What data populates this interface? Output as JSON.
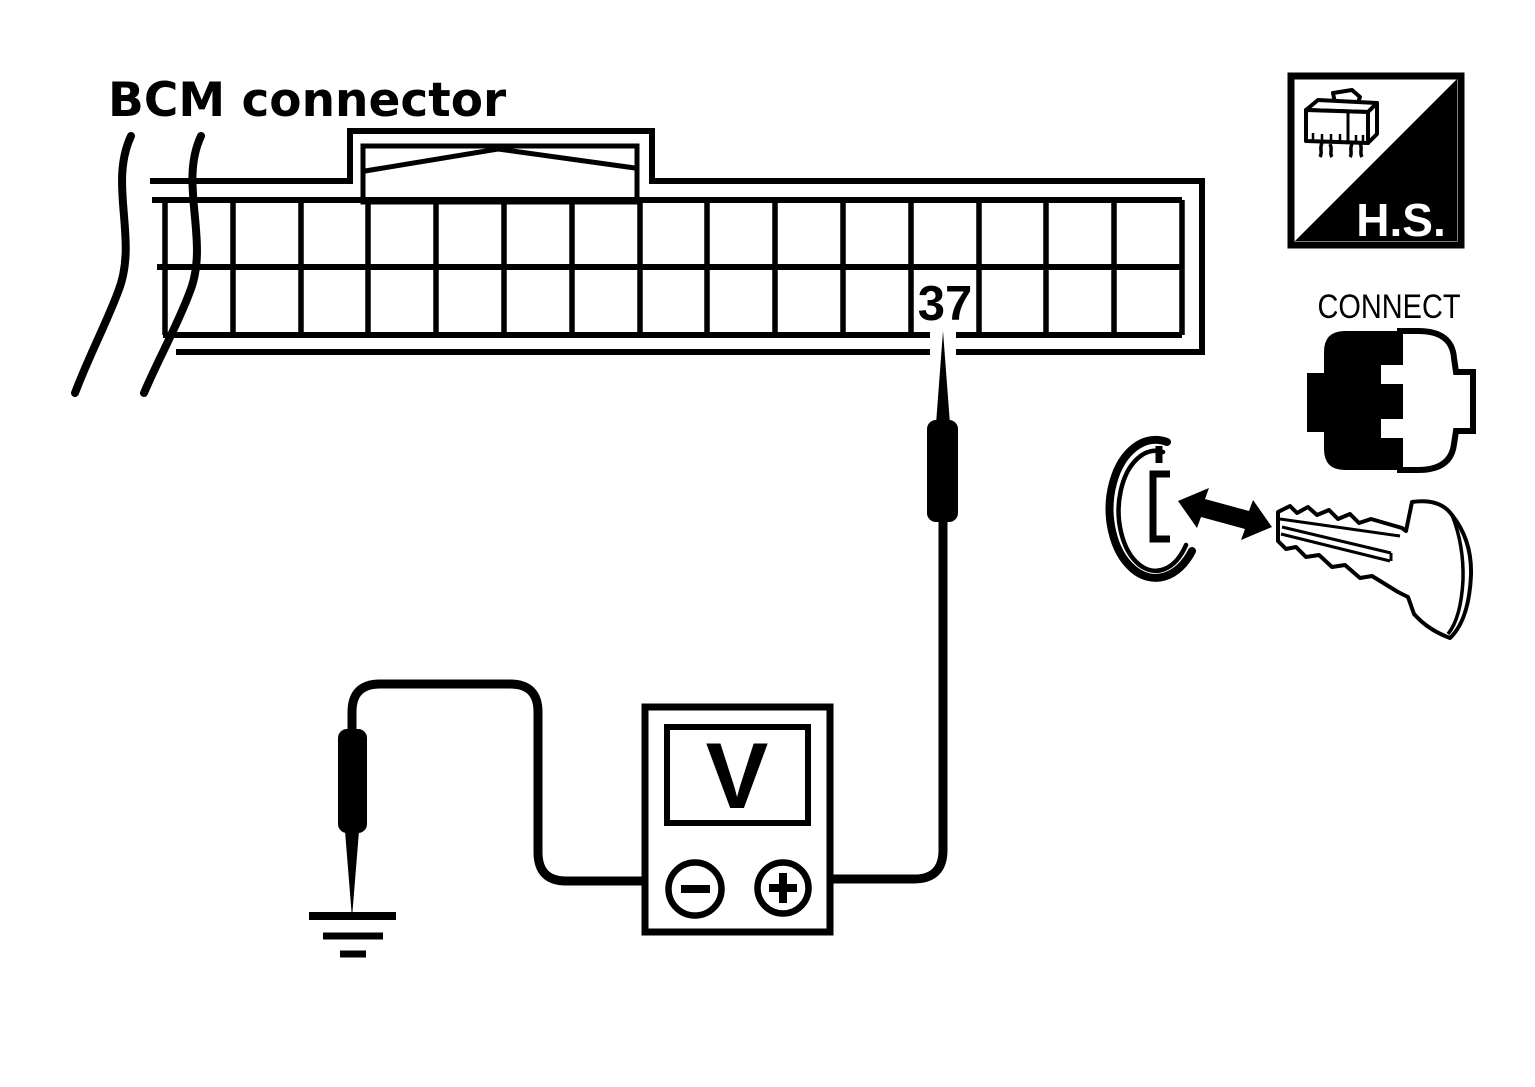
{
  "page": {
    "background_color": "#ffffff",
    "ink_color": "#000000"
  },
  "diagram": {
    "title": "BCM connector",
    "connector": {
      "rows": 2,
      "columns": 15,
      "probed_pin": "37"
    },
    "voltmeter": {
      "display": "V",
      "negative_terminal": "−",
      "positive_terminal": "+"
    },
    "badges": {
      "hs_label": "H.S.",
      "connect_label": "CONNECT"
    },
    "icons": {
      "hs_badge": "harness-side-connector-icon",
      "connect_badge": "connectors-mated-icon",
      "key_lock": "key-into-ignition-lock-icon",
      "ground": "ground-symbol-icon",
      "probes": "test-probe-icon"
    }
  }
}
